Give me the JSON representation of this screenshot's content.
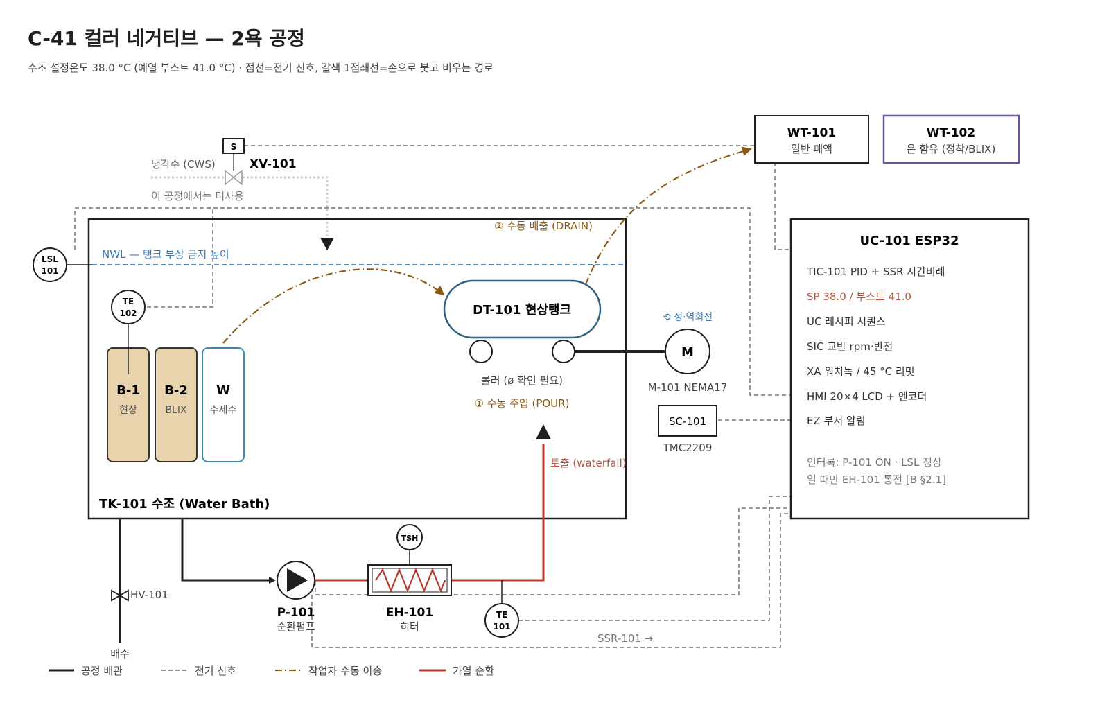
{
  "header": {
    "title": "C-41 컬러 네거티브 — 2욕 공정",
    "subtitle": "수조 설정온도 38.0 °C (예열 부스트 41.0 °C) · 점선=전기 신호, 갈색 1점쇄선=손으로 붓고 비우는 경로"
  },
  "colors": {
    "process": "#1f1f1f",
    "signal": "#777777",
    "manual": "#8a5a12",
    "heat": "#b8392b",
    "nwl": "#3a7ab5",
    "bottle_fill": "#e8d3ad",
    "wash": "#3a8ab5",
    "wt102": "#6b5296",
    "accent_text": "#b5553f"
  },
  "cooling": {
    "label": "냉각수 (CWS)",
    "note": "이 공정에서는 미사용",
    "solenoid": "S",
    "valve_tag": "XV-101"
  },
  "waste": {
    "wt101": {
      "tag": "WT-101",
      "desc": "일반 폐액"
    },
    "wt102": {
      "tag": "WT-102",
      "desc": "은 함유 (정착/BLIX)"
    }
  },
  "tank": {
    "label": "TK-101 수조 (Water Bath)",
    "nwl": "NWL — 탱크 부상 금지 높이",
    "drain": "② 수동 배출 (DRAIN)",
    "pour": "① 수동 주입 (POUR)",
    "roller": "롤러 (ø 확인 필요)",
    "waterfall": "토출 (waterfall)"
  },
  "instruments": {
    "lsl": {
      "line1": "LSL",
      "line2": "101"
    },
    "te102": {
      "line1": "TE",
      "line2": "102"
    },
    "te101": {
      "line1": "TE",
      "line2": "101"
    },
    "tsh": "TSH"
  },
  "bottles": [
    {
      "tag": "B-1",
      "desc": "현상"
    },
    {
      "tag": "B-2",
      "desc": "BLIX"
    },
    {
      "tag": "W",
      "desc": "수세수"
    }
  ],
  "dev_tank": {
    "label": "DT-101 현상탱크"
  },
  "motor": {
    "symbol": "M",
    "tag": "M-101 NEMA17",
    "rotation": "⟲ 정·역회전"
  },
  "driver": {
    "tag": "SC-101",
    "desc": "TMC2209"
  },
  "controller": {
    "title": "UC-101 ESP32",
    "lines": [
      "TIC-101 PID + SSR 시간비례",
      "SP 38.0 / 부스트 41.0",
      "UC 레시피 시퀀스",
      "SIC 교반 rpm·반전",
      "XA 워치독 / 45 °C 리밋",
      "HMI 20×4 LCD + 엔코더",
      "EZ 부저 알림"
    ],
    "interlock_1": "인터록: P-101 ON · LSL 정상",
    "interlock_2": "일 때만 EH-101 통전 [B §2.1]"
  },
  "pump": {
    "tag": "P-101",
    "desc": "순환펌프"
  },
  "heater": {
    "tag": "EH-101",
    "desc": "히터"
  },
  "manual_valve": {
    "tag": "HV-101",
    "drain": "배수"
  },
  "ssr": "SSR-101 →",
  "legend": [
    {
      "label": "공정 배관"
    },
    {
      "label": "전기 신호"
    },
    {
      "label": "작업자 수동 이송"
    },
    {
      "label": "가열 순환"
    }
  ]
}
